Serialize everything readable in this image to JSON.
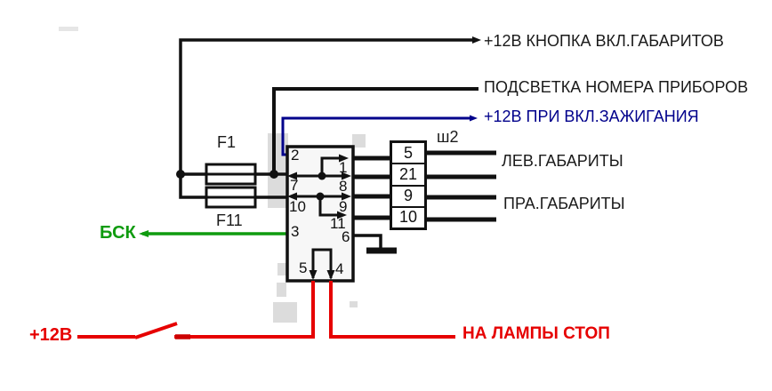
{
  "labels": {
    "top1": "+12В КНОПКА ВКЛ.ГАБАРИТОВ",
    "top2": "ПОДСВЕТКА НОМЕРА ПРИБОРОВ",
    "top3": "+12В ПРИ ВКЛ.ЗАЖИГАНИЯ",
    "connector_name": "ш2",
    "left_lights": "ЛЕВ.ГАБАРИТЫ",
    "right_lights": "ПРА.ГАБАРИТЫ",
    "fuse1": "F1",
    "fuse2": "F11",
    "bsk": "БСК",
    "plus12": "+12В",
    "stop_lamps": "НА  ЛАМПЫ СТОП"
  },
  "relay_pins": {
    "p2": "2",
    "p7": "7",
    "p10": "10",
    "p3": "3",
    "p1": "1",
    "p8": "8",
    "p9": "9",
    "p11": "11",
    "p6": "6",
    "p5": "5",
    "p4": "4"
  },
  "connector_cells": [
    "5",
    "21",
    "9",
    "10"
  ],
  "colors": {
    "black_wire": "#111111",
    "red_wire": "#e60000",
    "green_wire": "#0f9b0f",
    "navy_wire": "#00008b",
    "watermark_gray": "#dcdcdc"
  }
}
